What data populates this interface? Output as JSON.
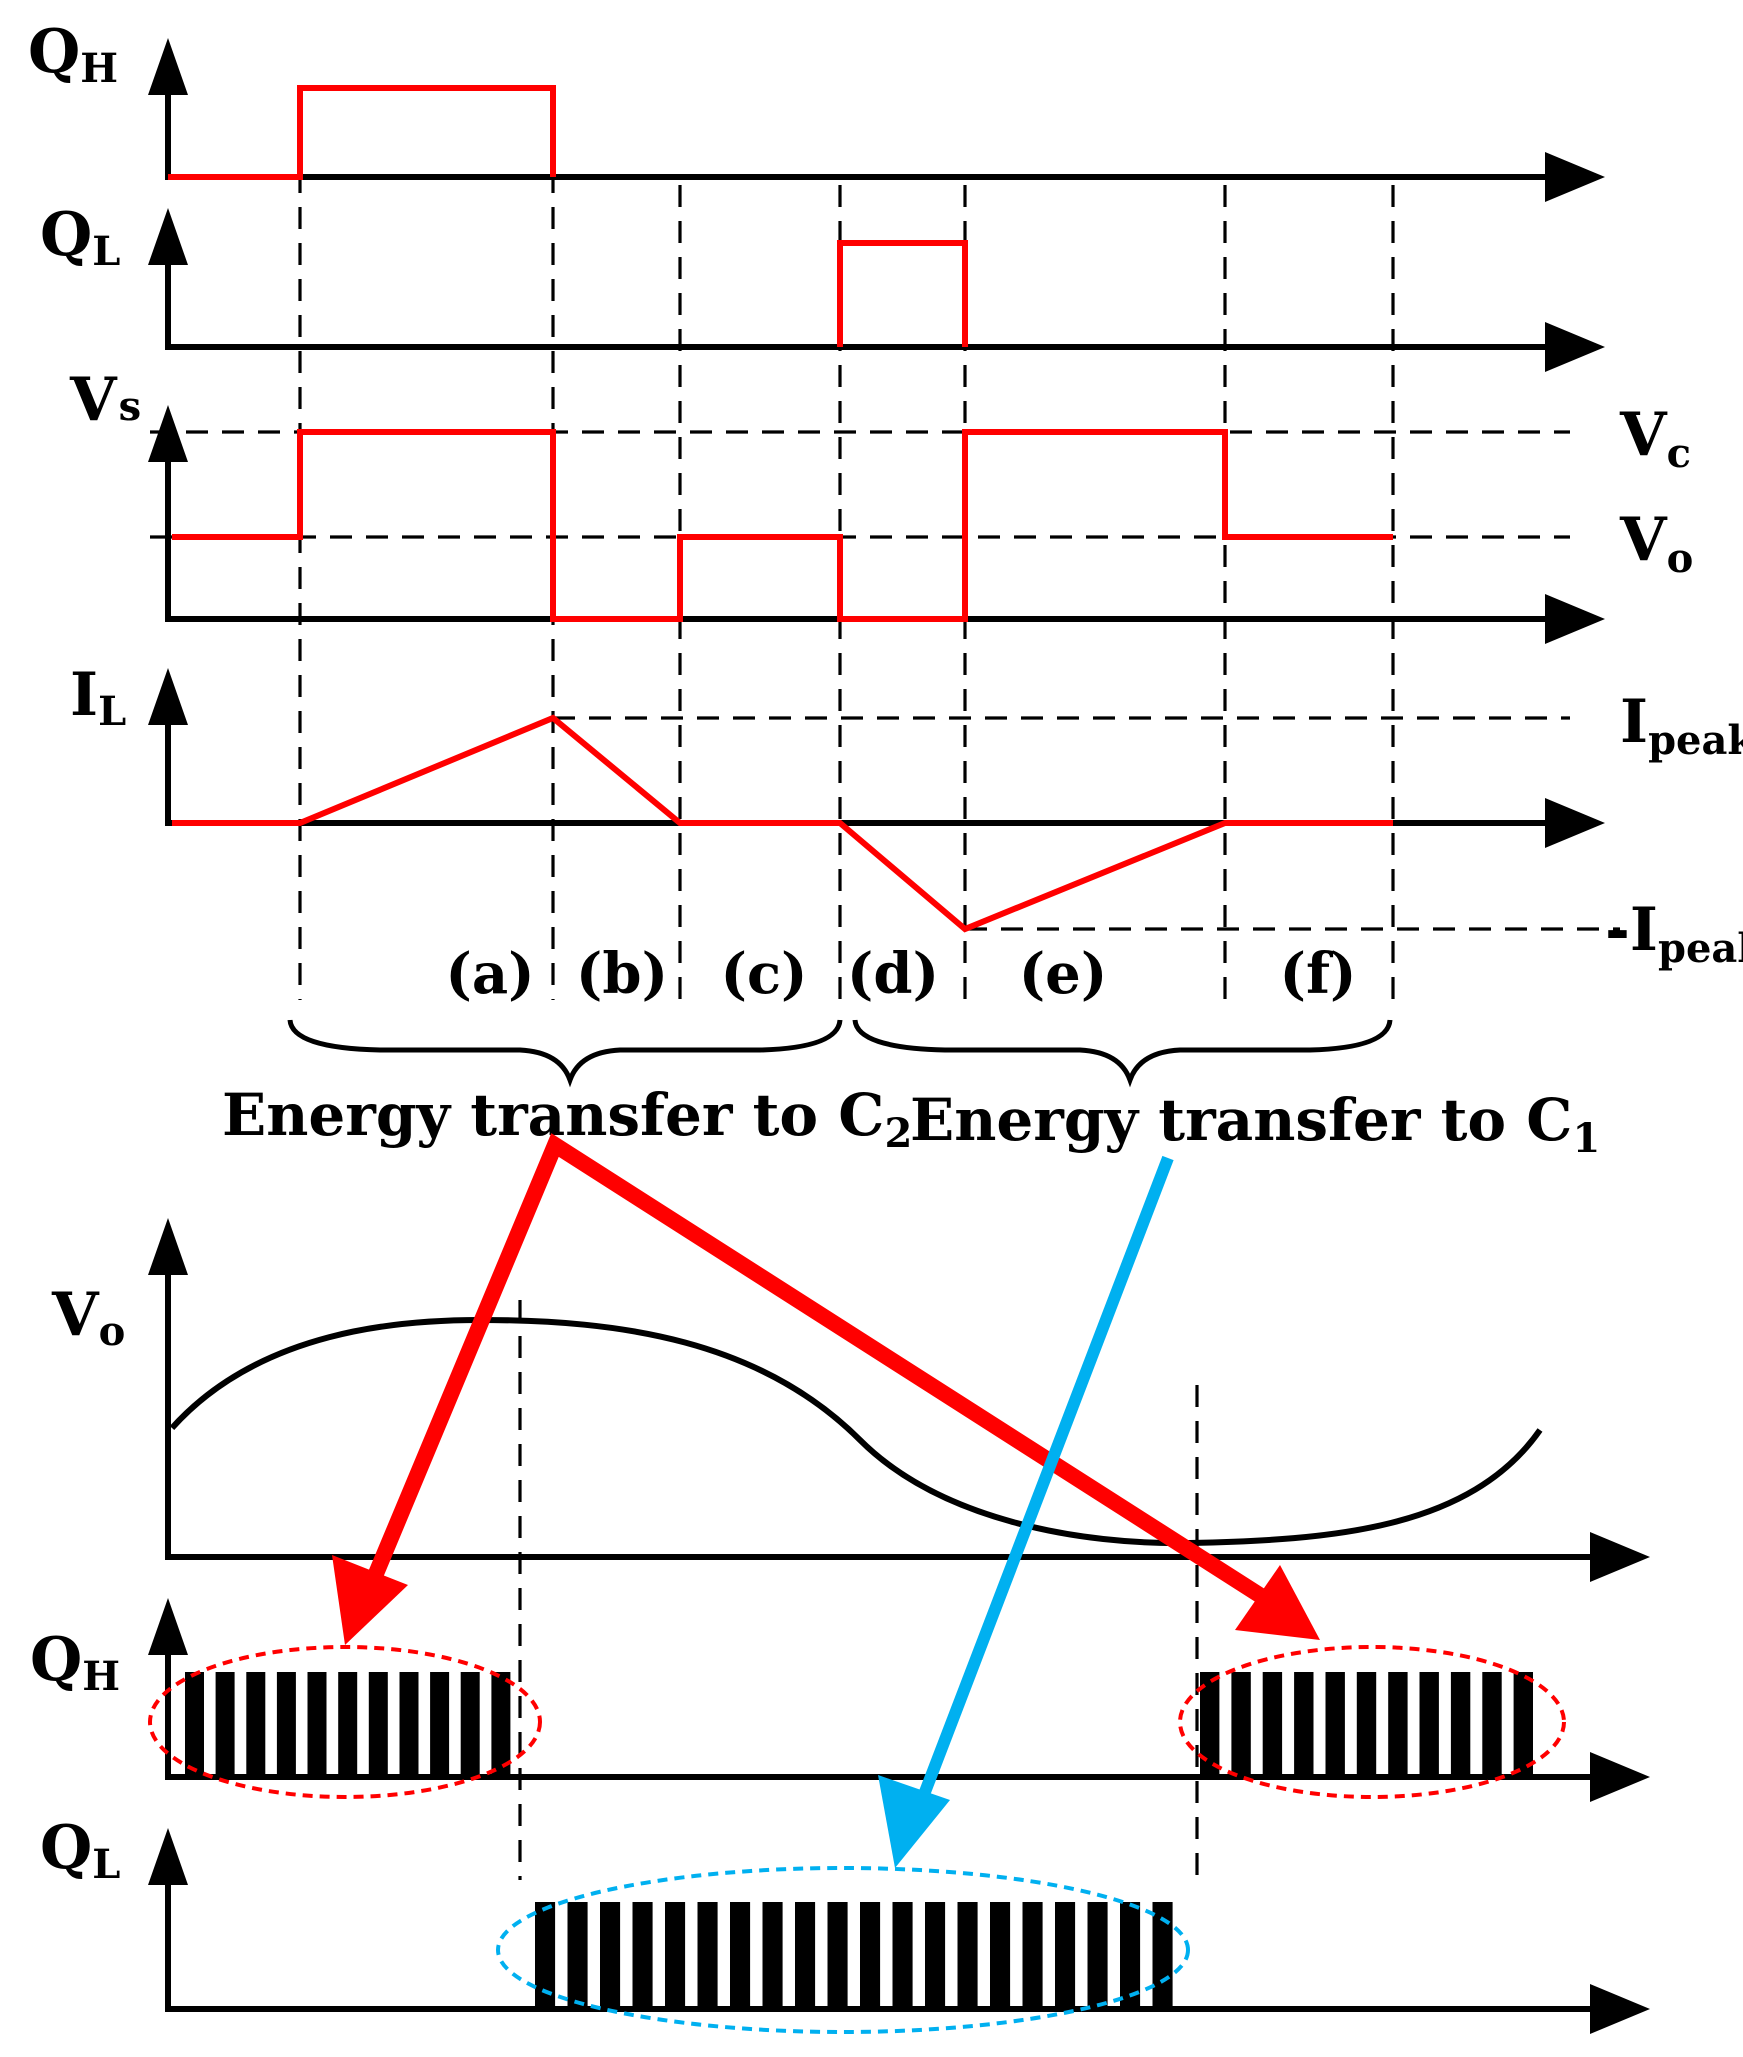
{
  "colors": {
    "waveform": "#ff0000",
    "axis": "#000000",
    "blue_arrow": "#00b0f0",
    "red_arrow": "#ff0000"
  },
  "top_panel": {
    "qh": {
      "main": "Q",
      "sub": "H"
    },
    "ql": {
      "main": "Q",
      "sub": "L"
    },
    "vs": {
      "main": "V",
      "sub": "s"
    },
    "il": {
      "main": "I",
      "sub": "L"
    },
    "vc": {
      "main": "V",
      "sub": "c"
    },
    "vo": {
      "main": "V",
      "sub": "o"
    },
    "ipeak": {
      "main": "I",
      "sub": "peak"
    },
    "neg_ipeak": {
      "main": "-I",
      "sub": "peak"
    }
  },
  "intervals": [
    "(a)",
    "(b)",
    "(c)",
    "(d)",
    "(e)",
    "(f)"
  ],
  "transfer_labels": {
    "c2": {
      "text": "Energy transfer to C",
      "sub": "2"
    },
    "c1": {
      "text": "Energy transfer to C",
      "sub": "1"
    }
  },
  "bottom_panel": {
    "vo": {
      "main": "V",
      "sub": "o"
    },
    "qh": {
      "main": "Q",
      "sub": "H"
    },
    "ql": {
      "main": "Q",
      "sub": "L"
    }
  }
}
